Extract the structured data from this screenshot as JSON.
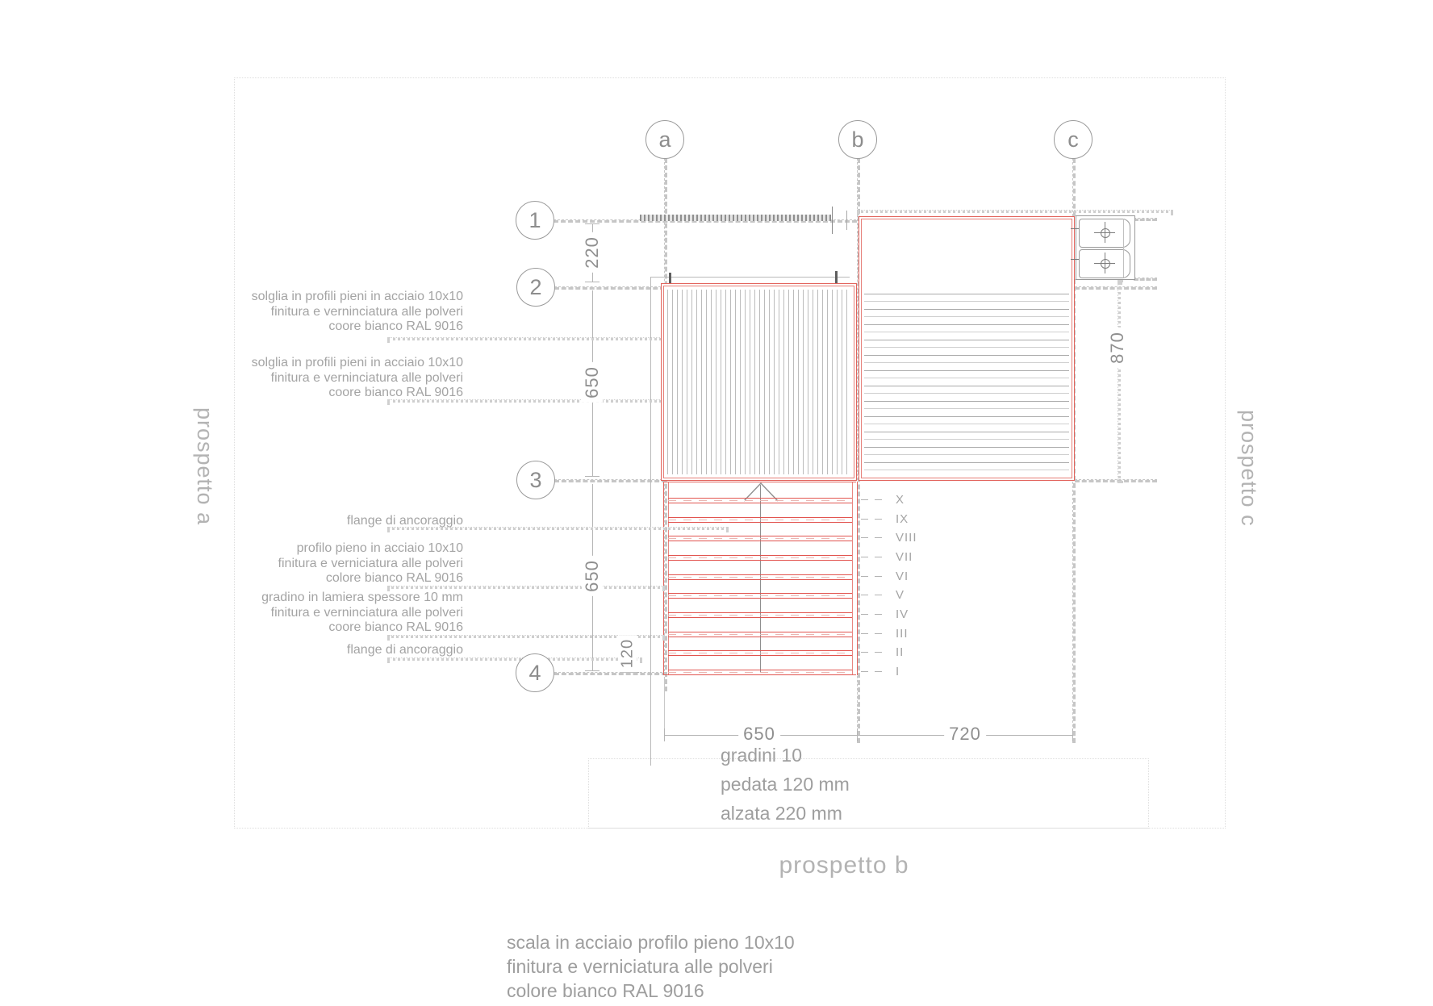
{
  "drawing": {
    "views": {
      "prospetto_a": "prospetto a",
      "prospetto_b": "prospetto b",
      "prospetto_c": "prospetto c"
    },
    "grid_columns": [
      {
        "label": "a"
      },
      {
        "label": "b"
      },
      {
        "label": "c"
      }
    ],
    "grid_rows": [
      {
        "label": "1"
      },
      {
        "label": "2"
      },
      {
        "label": "3"
      },
      {
        "label": "4"
      }
    ],
    "dimensions": {
      "riser_220": "220",
      "upper_650": "650",
      "lower_650": "650",
      "tread_120": "120",
      "right_870": "870",
      "bottom_650": "650",
      "bottom_720": "720"
    },
    "annotations": [
      {
        "lines": [
          "solglia in profili pieni in acciaio 10x10",
          "finitura e verninciatura alle polveri",
          "coore bianco RAL 9016"
        ]
      },
      {
        "lines": [
          "solglia in profili pieni in acciaio 10x10",
          "finitura e verninciatura alle polveri",
          "coore bianco RAL 9016"
        ]
      },
      {
        "lines": [
          "flange di ancoraggio"
        ]
      },
      {
        "lines": [
          "profilo pieno in acciaio 10x10",
          "finitura e verniciatura alle polveri",
          "colore bianco RAL 9016"
        ]
      },
      {
        "lines": [
          "gradino in lamiera spessore 10 mm",
          "finitura e verninciatura alle polveri",
          "coore bianco RAL 9016"
        ]
      },
      {
        "lines": [
          "flange di ancoraggio"
        ]
      }
    ],
    "stair_numerals": [
      "X",
      "IX",
      "VIII",
      "VII",
      "VI",
      "V",
      "IV",
      "III",
      "II",
      "I"
    ],
    "stair_note": [
      "gradini 10",
      "pedata 120 mm",
      "alzata 220 mm"
    ],
    "material_note": [
      "scala in acciaio profilo pieno 10x10",
      "finitura e verniciatura alle polveri",
      "colore bianco RAL 9016"
    ],
    "colors": {
      "red_steel": "#e2635c",
      "line_gray": "#9c9c9c",
      "text_gray": "#9e9e9e"
    }
  }
}
